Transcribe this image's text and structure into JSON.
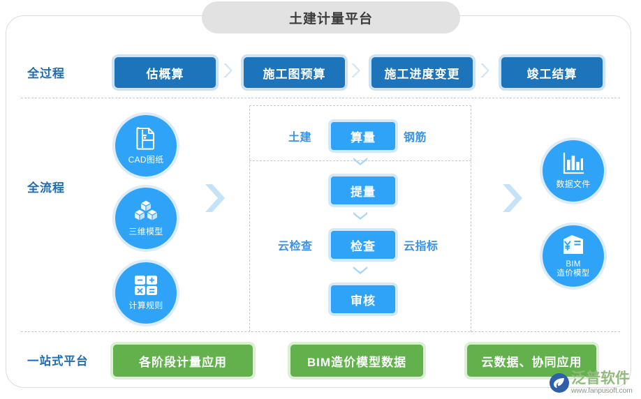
{
  "header": {
    "title": "土建计量平台"
  },
  "rows": {
    "process_label": "全过程",
    "workflow_label": "全流程",
    "platform_label": "一站式平台"
  },
  "stages": [
    {
      "label": "估概算"
    },
    {
      "label": "施工图预算"
    },
    {
      "label": "施工进度变更"
    },
    {
      "label": "竣工结算"
    }
  ],
  "stage_separator_icon": "chevron-right-icon",
  "inputs": [
    {
      "caption": "CAD图纸",
      "icon": "cad-drawing-icon"
    },
    {
      "caption": "三维模型",
      "icon": "3d-model-cubes-icon"
    },
    {
      "caption": "计算规则",
      "icon": "calculator-icon"
    }
  ],
  "calculator_keys": [
    "−",
    "+",
    "×",
    "="
  ],
  "flow": {
    "steps": [
      {
        "label": "算量",
        "left_note": "土建",
        "right_note": "钢筋"
      },
      {
        "label": "提量",
        "left_note": "",
        "right_note": ""
      },
      {
        "label": "检查",
        "left_note": "云检查",
        "right_note": "云指标"
      },
      {
        "label": "审核",
        "left_note": "",
        "right_note": ""
      }
    ],
    "step_connector_icon": "chevron-down-icon"
  },
  "outputs": [
    {
      "caption": "数据文件",
      "icon": "bar-chart-document-icon"
    },
    {
      "caption": "BIM\n造价模型",
      "icon": "cost-model-building-icon"
    }
  ],
  "flow_arrow_icon": "chevron-right-large-icon",
  "platform_items": [
    {
      "label": "各阶段计量应用"
    },
    {
      "label": "BIM造价模型数据"
    },
    {
      "label": "云数据、协同应用"
    }
  ],
  "watermark": {
    "brand": "泛普软件",
    "url": "www.fanpusoft.com",
    "logo_icon": "fanpu-leaf-logo-icon"
  },
  "colors": {
    "title_pill_bg": "#e2e2e2",
    "stage_blue": "#1d74bb",
    "stage_blue_halo": "#cfe2f1",
    "accent_blue": "#2fa3f7",
    "accent_blue_halo": "#d2e8fb",
    "label_blue": "#1e6cb3",
    "note_blue": "#3a92e8",
    "green": "#62b14c",
    "green_halo": "#dcefd5",
    "divider_grey": "#c3c9d1",
    "frame_grey": "#dcdcdc",
    "chevron_light": "#c4e3f9"
  }
}
